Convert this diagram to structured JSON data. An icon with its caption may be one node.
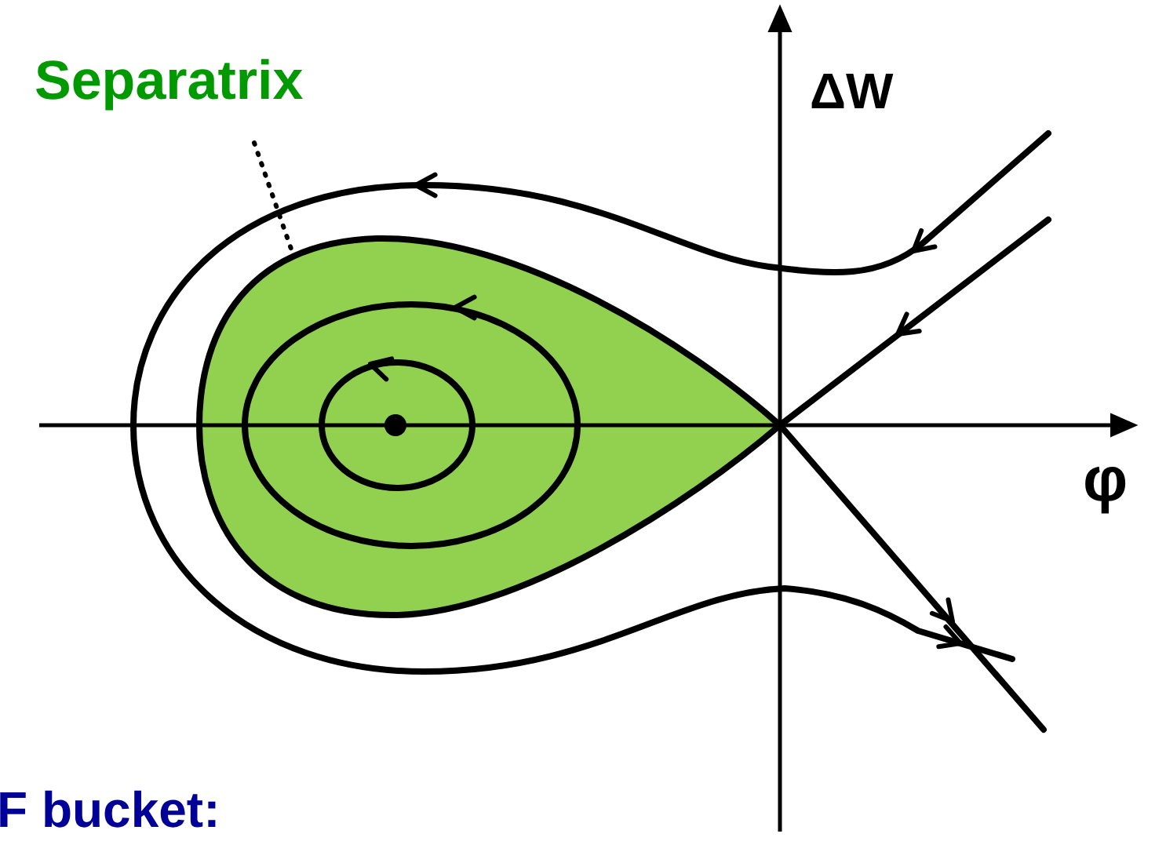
{
  "diagram": {
    "nodes": [
      {
        "text": [
          "Separatrix"
        ]
      },
      {
        "text": [],
        "shape": "picture"
      }
    ],
    "edges": [
      {
        "from": 0,
        "to": 1,
        "arrow": "none",
        "style": "dashed"
      }
    ],
    "labels": [
      "ΔW",
      "φ",
      "F bucket:"
    ]
  }
}
